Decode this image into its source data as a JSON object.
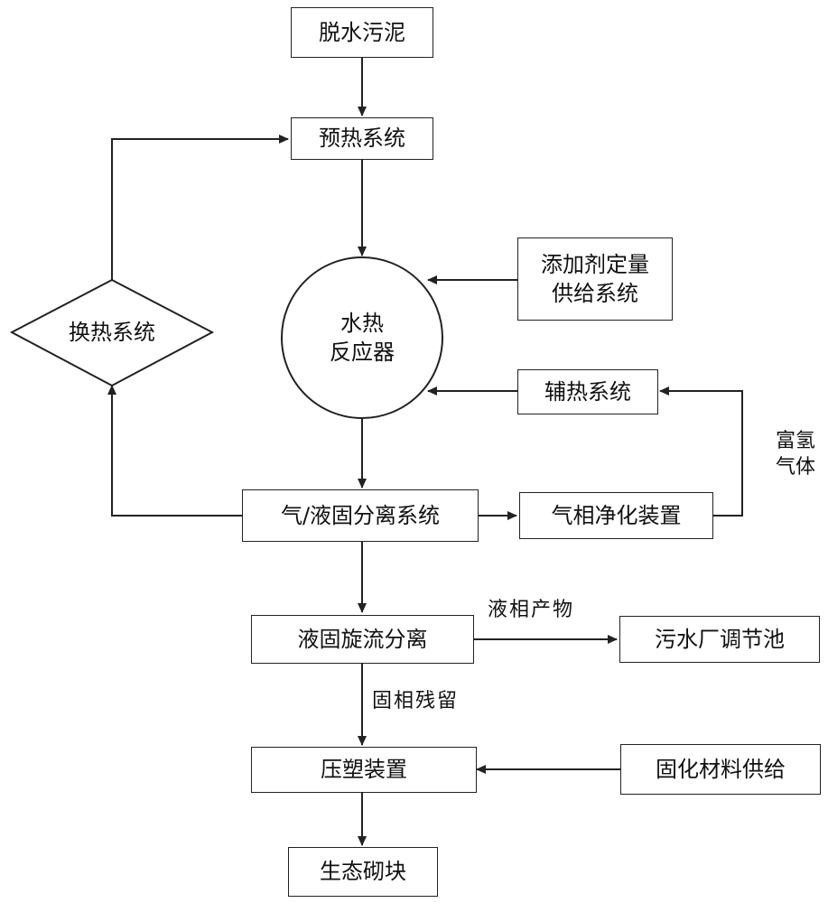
{
  "nodes": {
    "dewatered_sludge": "脱水污泥",
    "preheat_system": "预热系统",
    "hydrothermal_reactor": "水热\n反应器",
    "additive_supply": "添加剂定量\n供给系统",
    "heat_exchange": "换热系统",
    "aux_heat": "辅热系统",
    "gas_liquid_solid_separation": "气/液固分离系统",
    "gas_purification": "气相净化装置",
    "cyclone_separation": "液固旋流分离",
    "wwtp_tank": "污水厂调节池",
    "press_molding": "压塑装置",
    "curing_material_supply": "固化材料供给",
    "eco_brick": "生态砌块"
  },
  "edge_labels": {
    "hydrogen_rich_gas": "富氢\n气体",
    "liquid_product": "液相产物",
    "solid_residue": "固相残留"
  },
  "colors": {
    "line": "#222222",
    "text": "#111111"
  }
}
